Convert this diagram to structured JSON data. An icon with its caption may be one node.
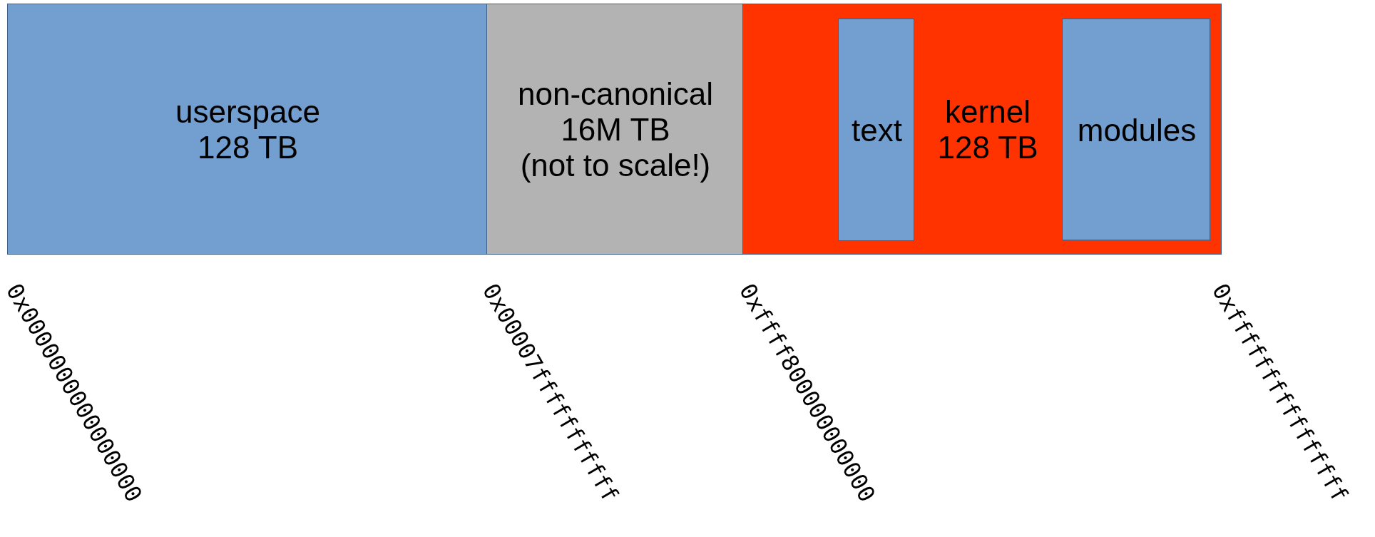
{
  "diagram": {
    "nodes": [
      {
        "text": [
          "userspace",
          "128 TB"
        ]
      },
      {
        "text": [
          "non-canonical",
          "16M TB",
          "(not to scale!)"
        ]
      },
      {
        "text": [
          "kernel",
          "128 TB"
        ]
      },
      {
        "text": [
          "text"
        ],
        "in": 2
      },
      {
        "text": [
          "modules"
        ],
        "in": 2
      }
    ],
    "edges": [],
    "labels": [
      "0x0000000000000000",
      "0x00007fffffffffff",
      "0xffff800000000000",
      "0xffffffffffffffff"
    ]
  }
}
